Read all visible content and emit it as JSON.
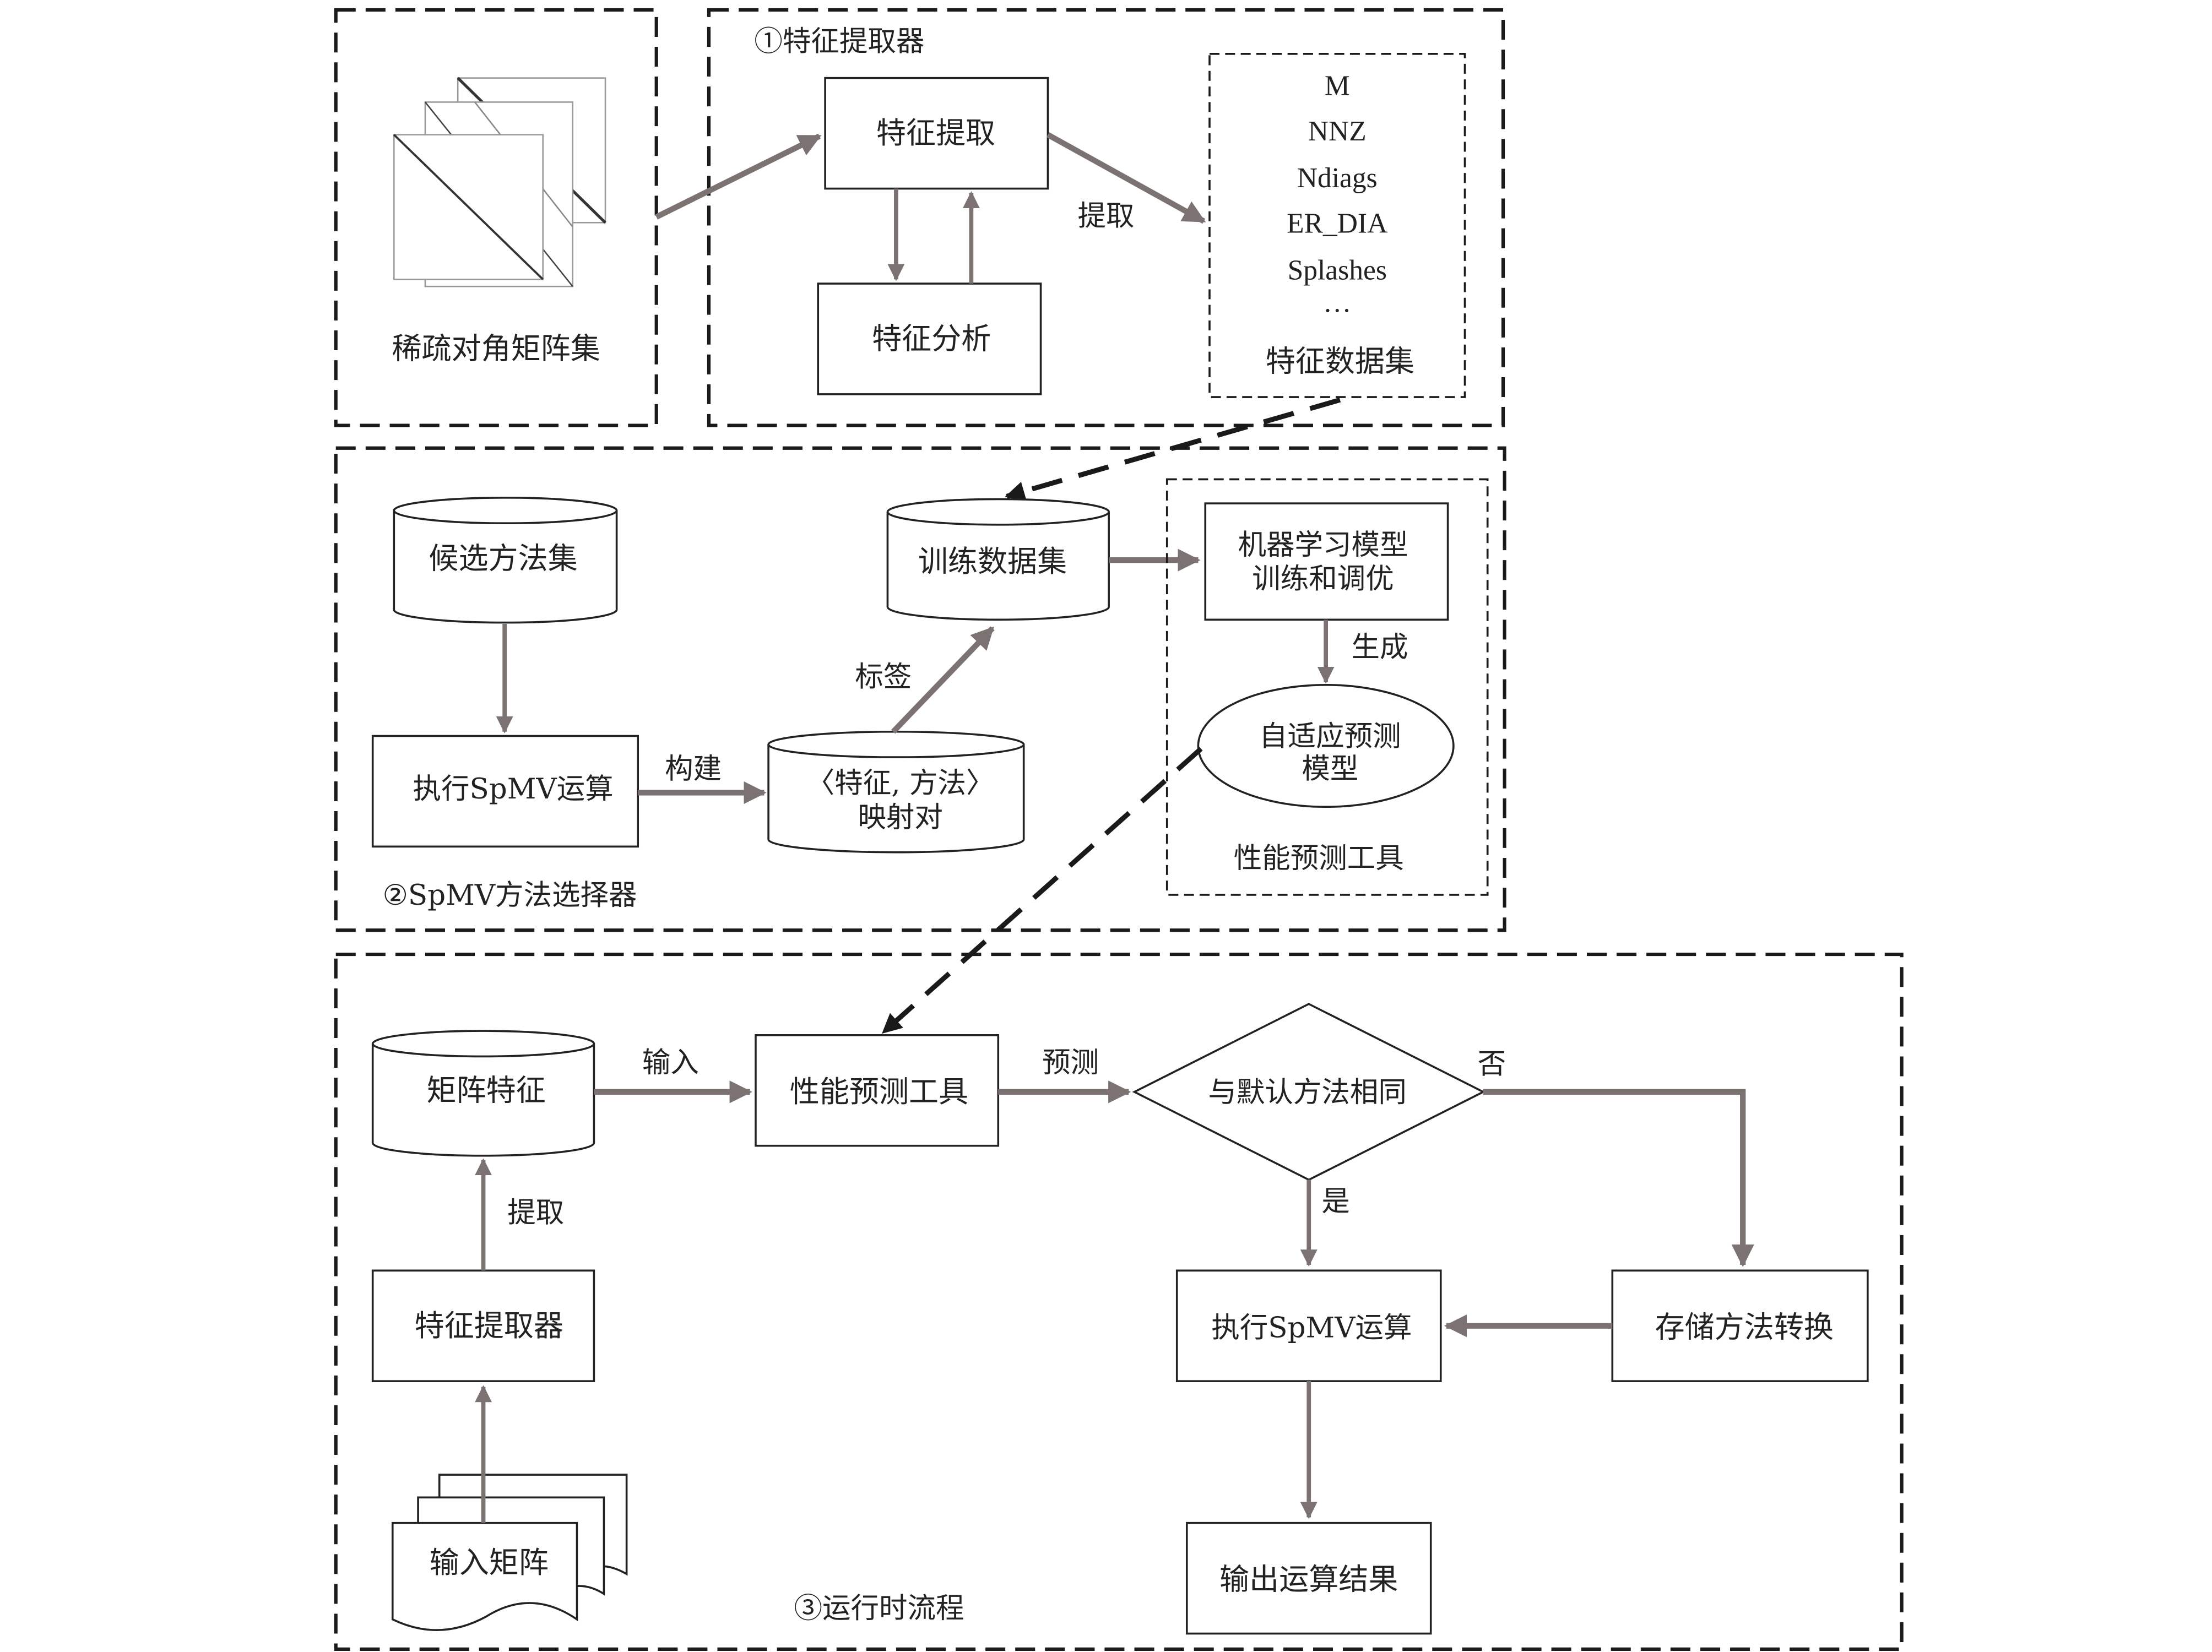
{
  "sections": {
    "matrix_set": {
      "label": "稀疏对角矩阵集"
    },
    "extractor": {
      "title": "①特征提取器",
      "extract_box": "特征提取",
      "analysis_box": "特征分析",
      "arrow_label": "提取",
      "feature_set": {
        "items": [
          "M",
          "NNZ",
          "Ndiags",
          "ER_DIA",
          "Splashes",
          "…"
        ],
        "label": "特征数据集"
      }
    },
    "selector": {
      "title": "②SpMV方法选择器",
      "candidate_set": "候选方法集",
      "exec_spmv": "执行SpMV运算",
      "build_label": "构建",
      "mapping_line1": "〈特征, 方法〉",
      "mapping_line2": "映射对",
      "label_arrow": "标签",
      "training_set": "训练数据集",
      "ml_line1": "机器学习模型",
      "ml_line2": "训练和调优",
      "generate_label": "生成",
      "adaptive_line1": "自适应预测",
      "adaptive_line2": "模型",
      "tool_label": "性能预测工具"
    },
    "runtime": {
      "title": "③运行时流程",
      "matrix_features": "矩阵特征",
      "input_label": "输入",
      "perf_tool": "性能预测工具",
      "predict_label": "预测",
      "decision": "与默认方法相同",
      "no_label": "否",
      "yes_label": "是",
      "extract_label": "提取",
      "feature_extractor": "特征提取器",
      "input_matrix": "输入矩阵",
      "exec_spmv": "执行SpMV运算",
      "storage_convert": "存储方法转换",
      "output_result": "输出运算结果"
    }
  },
  "colors": {
    "arrow": "#7d7272",
    "line": "#1a1a1a"
  }
}
